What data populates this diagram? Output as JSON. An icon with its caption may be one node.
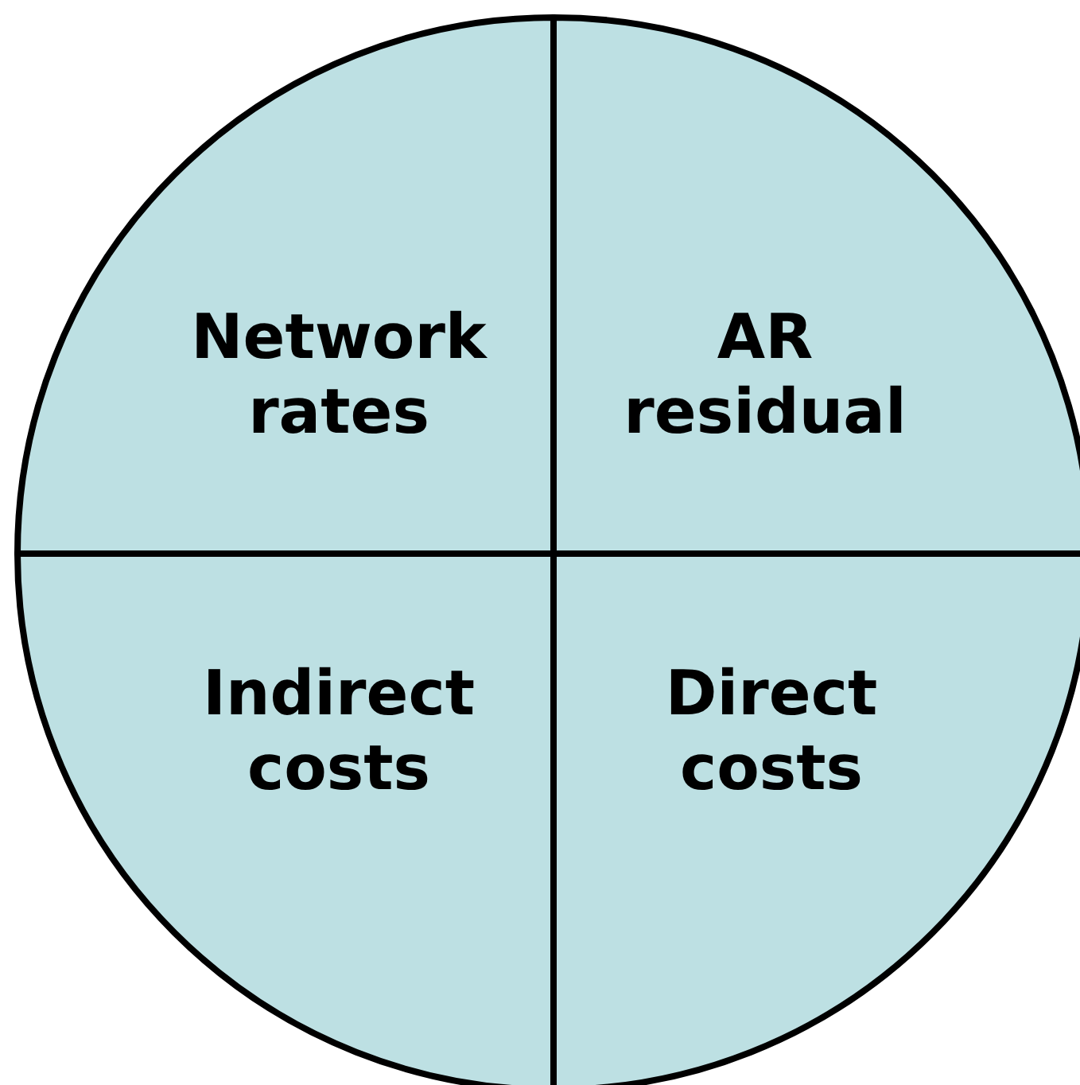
{
  "diagram": {
    "nodes": [
      {
        "text": [
          "Network rates"
        ]
      },
      {
        "text": [
          "AR residual"
        ]
      },
      {
        "text": [
          "Indirect costs"
        ]
      },
      {
        "text": [
          "Direct costs"
        ]
      }
    ]
  }
}
